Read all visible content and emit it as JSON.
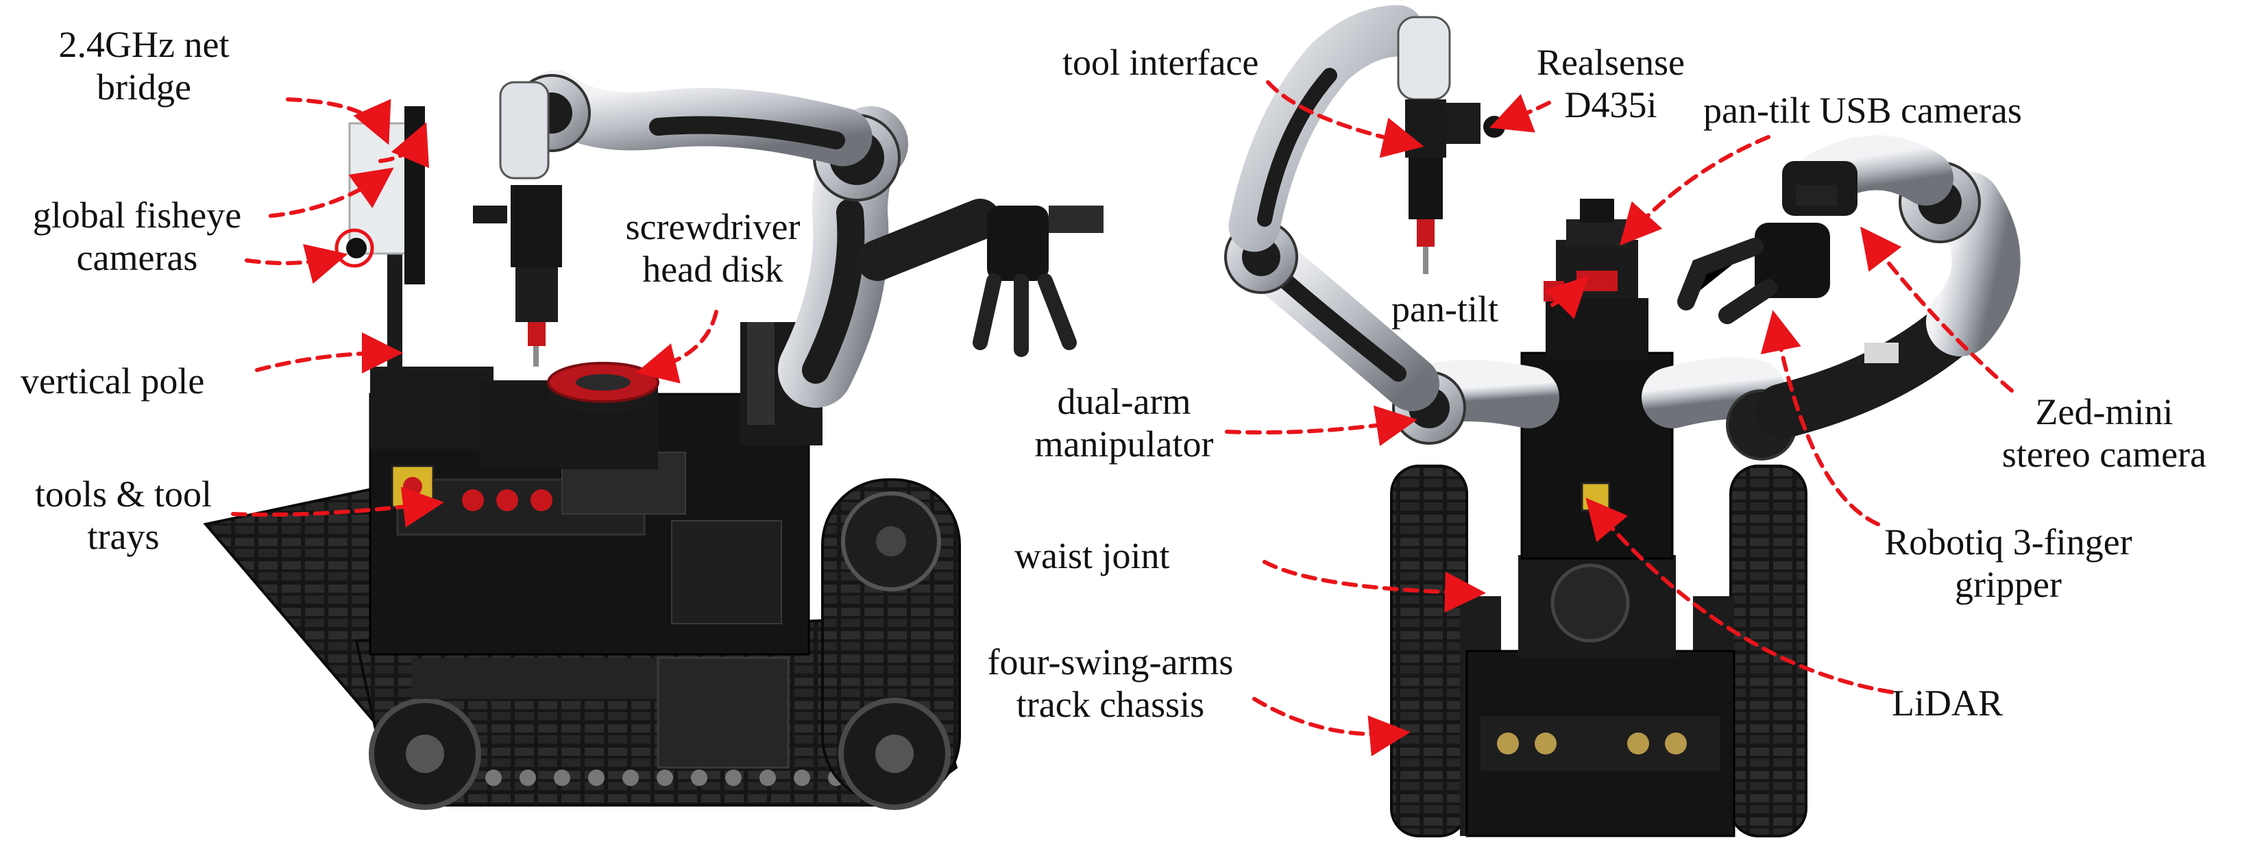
{
  "labels": {
    "net_bridge": [
      "2.4GHz net",
      "bridge"
    ],
    "fisheye": [
      "global fisheye",
      "cameras"
    ],
    "vertical_pole": [
      "vertical pole"
    ],
    "tools_trays": [
      "tools & tool",
      "trays"
    ],
    "screwdriver_disk": [
      "screwdriver",
      "head disk"
    ],
    "tool_interface": [
      "tool interface"
    ],
    "realsense": [
      "Realsense",
      "D435i"
    ],
    "pan_tilt_usb": [
      "pan-tilt USB cameras"
    ],
    "pan_tilt": [
      "pan-tilt"
    ],
    "dual_arm": [
      "dual-arm",
      "manipulator"
    ],
    "waist_joint": [
      "waist  joint"
    ],
    "chassis": [
      "four-swing-arms",
      "track chassis"
    ],
    "zed_mini": [
      "Zed-mini",
      "stereo camera"
    ],
    "robotiq": [
      "Robotiq 3-finger",
      "gripper"
    ],
    "lidar": [
      "LiDAR"
    ]
  },
  "colors": {
    "annotation": "#e8141a",
    "text": "#111111",
    "robot_body": "#141414",
    "robot_dark": "#222222",
    "arm_silver": "#c9ccd1",
    "arm_black": "#1c1c1c",
    "accent_red": "#c8161d",
    "brass": "#b79a4c"
  }
}
